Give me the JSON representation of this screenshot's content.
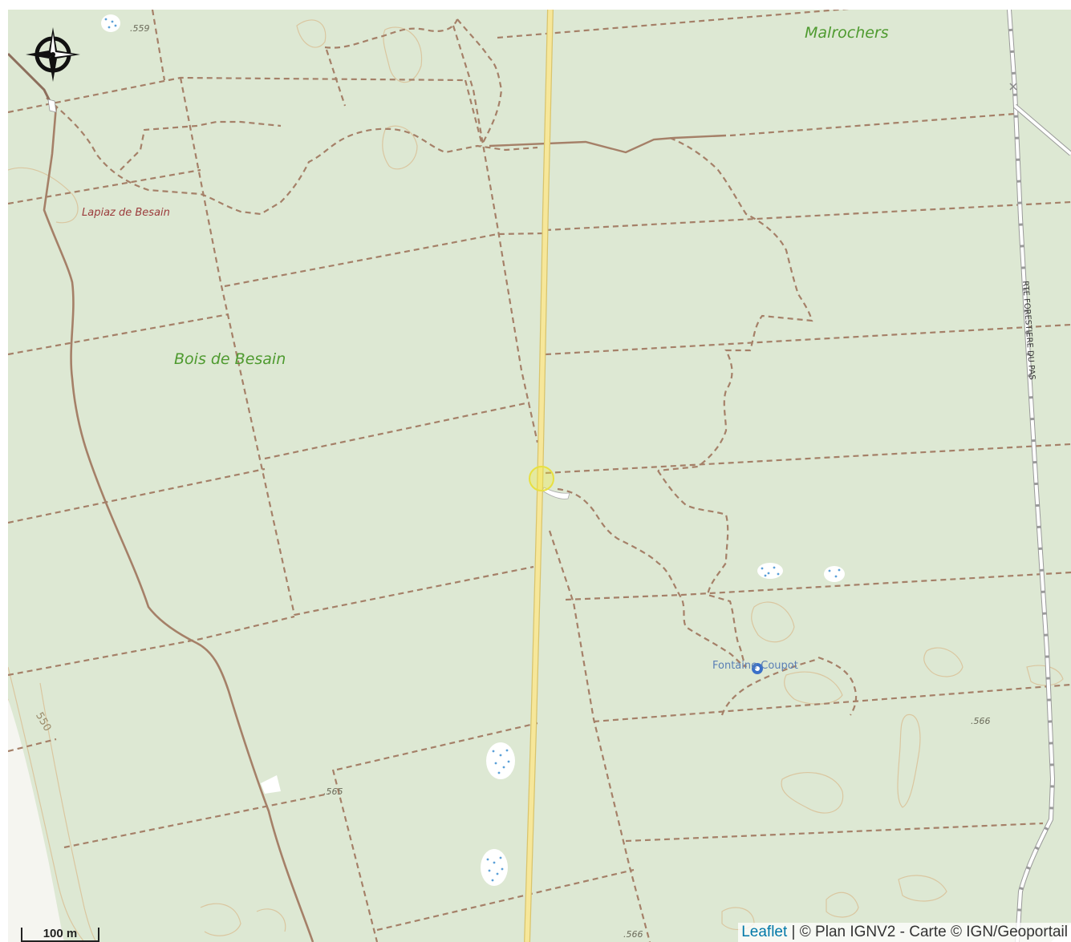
{
  "map": {
    "labels": {
      "malrochers": "Malrochers",
      "bois_de_besain": "Bois de Besain",
      "lapiaz_de_besain": "Lapiaz de Besain",
      "fontaine_coupot": "Fontaine Coupot",
      "rte_forestiere": "RTE FORESTIERE DU PAS",
      "contour_550": "550",
      "alt_559": ".559",
      "alt_566_right": ".566",
      "alt_565": ".565",
      "alt_566_bottom": ".566"
    },
    "scale": {
      "label": "100 m"
    },
    "attribution": {
      "leaflet": "Leaflet",
      "separator": " | ",
      "text": "© Plan IGNV2 - Carte © IGN/Geoportail"
    },
    "compass": {
      "icon": "compass-rose-icon"
    },
    "colors": {
      "background": "#dde8d3",
      "path": "#a58068",
      "main_road_fill": "#f6e79a",
      "main_road_casing": "#d9c46c",
      "forest_label": "#4e9a2f",
      "water_dots": "#5aa0d8",
      "spring_icon": "#3a70c8",
      "highlight": "#f0ec40"
    }
  }
}
